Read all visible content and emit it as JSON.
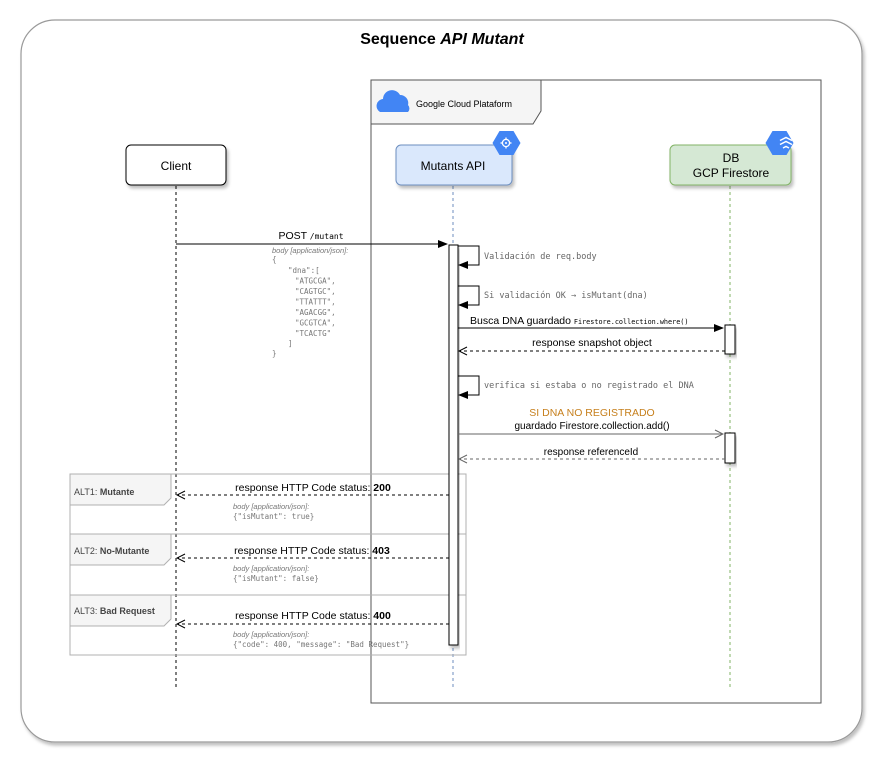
{
  "title": {
    "prefix": "Sequence ",
    "italic": "API Mutant"
  },
  "gcp": {
    "label": "Google Cloud Plataform"
  },
  "participants": {
    "client": "Client",
    "api": "Mutants API",
    "db_line1": "DB",
    "db_line2": "GCP Firestore"
  },
  "messages": {
    "post": {
      "label": "POST",
      "path": "/mutant"
    },
    "post_body": {
      "header": "body [application/json]:",
      "lines": [
        "{",
        "\"dna\":[",
        "\"ATGCGA\",",
        "\"CAGTGC\",",
        "\"TTATTT\",",
        "\"AGACGG\",",
        "\"GCGTCA\",",
        "\"TCACTG\"",
        "]",
        "}"
      ]
    },
    "self_validate": "Validación de req.body",
    "self_mutant": "Si validación OK → isMutant(dna)",
    "busca_label": "Busca DNA guardado",
    "busca_code": "Firestore.collection.where()",
    "snapshot": "response snapshot object",
    "self_verifica": "verifica si estaba o no registrado el DNA",
    "no_registrado": "SI DNA NO REGISTRADO",
    "guardado": "guardado Firestore.collection.add()",
    "reference": "response referenceId"
  },
  "alts": [
    {
      "tag": "ALT1:",
      "name": "Mutante",
      "resp_prefix": "response HTTP Code status: ",
      "code": "200",
      "body_header": "body [application/json]:",
      "body": "{\"isMutant\": true}"
    },
    {
      "tag": "ALT2:",
      "name": "No-Mutante",
      "resp_prefix": "response HTTP Code status: ",
      "code": "403",
      "body_header": "body [application/json]:",
      "body": "{\"isMutant\": false}"
    },
    {
      "tag": "ALT3:",
      "name": "Bad Request",
      "resp_prefix": "response HTTP Code status: ",
      "code": "400",
      "body_header": "body [application/json]:",
      "body": "{\"code\": 400, \"message\": \"Bad Request\"}"
    }
  ],
  "colors": {
    "api_fill": "#dae8fc",
    "api_stroke": "#6c8ebf",
    "db_fill": "#d5e8d4",
    "db_stroke": "#82b366",
    "gcp_icon": "#4285f4",
    "orange": "#c67f1c"
  }
}
